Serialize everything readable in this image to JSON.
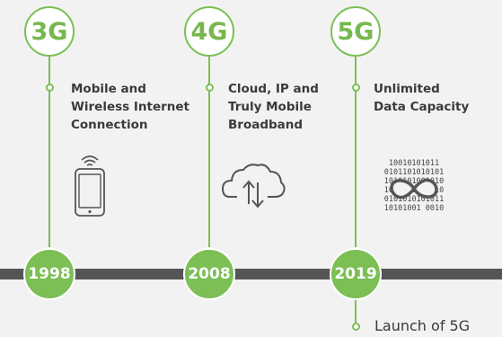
{
  "generations": [
    {
      "label": "3G",
      "lines": [
        "Mobile and",
        "Wireless Internet",
        "Connection"
      ],
      "year": "1998",
      "icon": "smartphone-wifi-icon"
    },
    {
      "label": "4G",
      "lines": [
        "Cloud, IP and",
        "Truly Mobile",
        "Broadband"
      ],
      "year": "2008",
      "icon": "cloud-sync-icon"
    },
    {
      "label": "5G",
      "lines": [
        "Unlimited",
        "Data Capacity"
      ],
      "year": "2019",
      "icon": "infinity-data-icon"
    }
  ],
  "binary_lines": [
    "10010101011",
    "0101101010101",
    "1010101001010",
    "1001011010110",
    "0101010101011",
    "10101001 0010"
  ],
  "launch_label": "Launch of 5G",
  "colors": {
    "accent": "#7bbf55",
    "timeline": "#555555",
    "background": "#f2f2f2",
    "text": "#3a3a3a"
  }
}
